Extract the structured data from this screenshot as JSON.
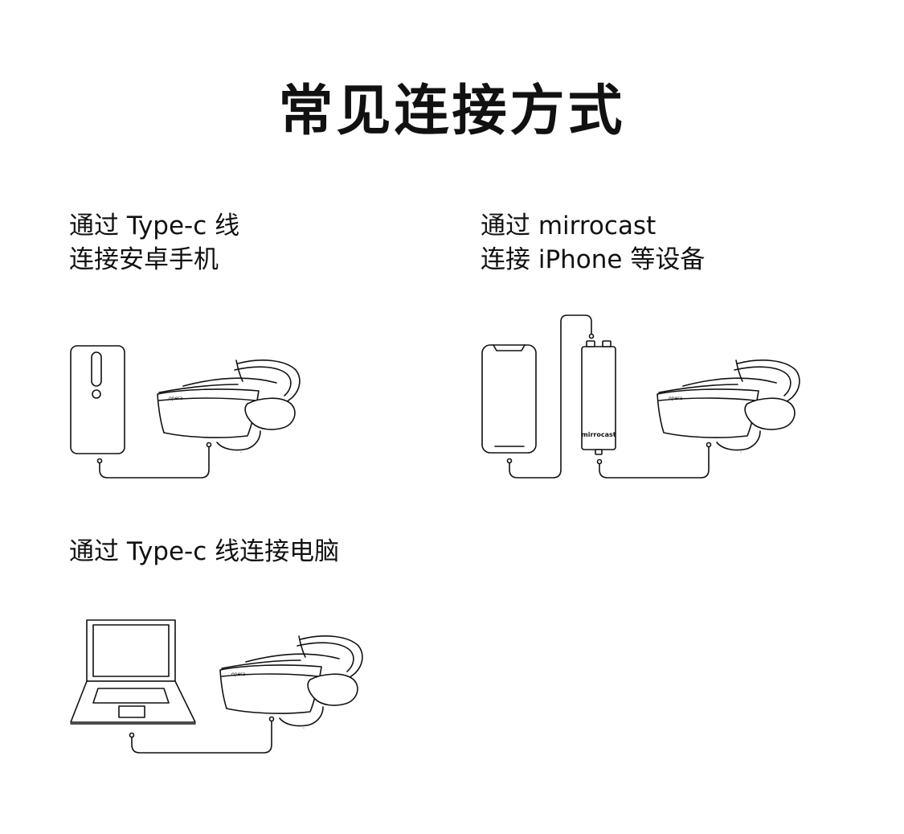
{
  "title": "常见连接方式",
  "sections": [
    {
      "lines": [
        "通过 Type-c 线",
        "连接安卓手机"
      ]
    },
    {
      "lines": [
        "通过 mirrocast",
        "连接 iPhone 等设备"
      ]
    },
    {
      "lines": [
        "通过 Type-c 线连接电脑"
      ]
    }
  ],
  "device_labels": {
    "headset_brand": "opera",
    "dongle_label": "mirrocast"
  }
}
